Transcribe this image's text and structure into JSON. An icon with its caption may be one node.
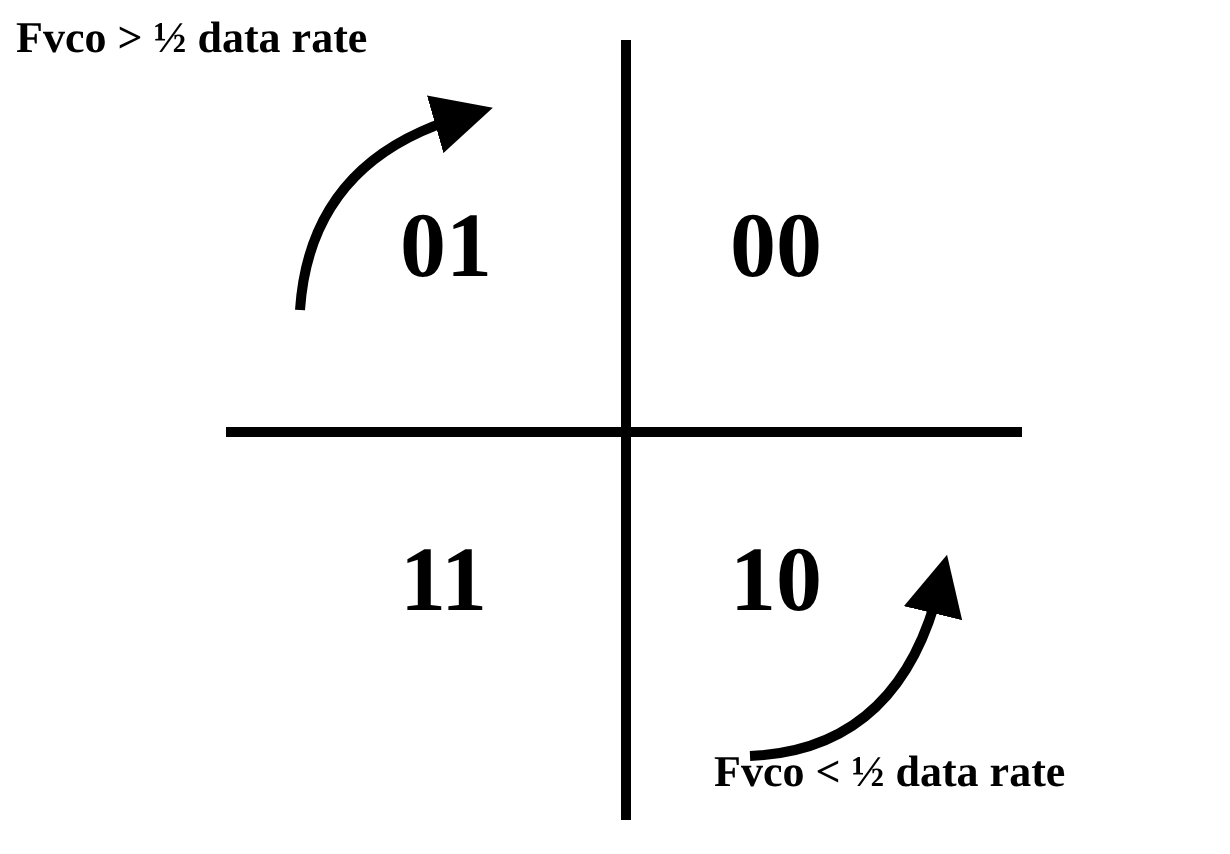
{
  "diagram": {
    "labels": [
      "Fvco > ½ data rate",
      "01",
      "00",
      "11",
      "10",
      "Fvco < ½ data rate"
    ]
  }
}
